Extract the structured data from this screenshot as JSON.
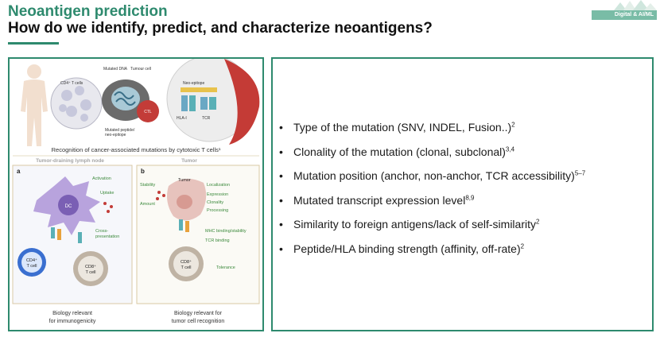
{
  "header": {
    "title": "Neoantigen prediction",
    "subtitle": "How do we identify, predict, and characterize neoantigens?",
    "badge": "Digital & AI/ML",
    "accent_color": "#2e8a6e"
  },
  "figure": {
    "top_labels": {
      "mutated_dna": "Mutated DNA",
      "tumour_cell": "Tumour cell",
      "cd4_t_cells": "CD4⁺ T cells",
      "ctl": "CTL",
      "neo_epitope": "Neo-epitope",
      "hla_i": "HLA-I",
      "tcr": "TCR",
      "mutated_peptide": "Mutated peptide/",
      "neo_epitope_small": "neo-epitope"
    },
    "top_caption": "Recognition of cancer-associated mutations by cytotoxic T cells¹",
    "section_left_title": "Tumor-draining lymph node",
    "section_right_title": "Tumor",
    "panel_a": {
      "letter": "a",
      "dc": "DC",
      "activation": "Activation",
      "uptake": "Uptake",
      "cross": "Cross-",
      "presentation": "presentation",
      "cd4_line1": "CD4⁺",
      "cd4_line2": "T cell",
      "cd8_line1": "CD8⁺",
      "cd8_line2": "T cell",
      "caption_line1": "Biology relevant",
      "caption_line2": "for immunogenicity"
    },
    "panel_b": {
      "letter": "b",
      "stability": "Stability",
      "amount": "Amount",
      "tumor": "Tumor",
      "localization": "Localization",
      "expression": "Expression",
      "clonality": "Clonality",
      "processing": "Processing",
      "mhc_binding": "MHC binding/stability",
      "tcr_binding": "TCR binding",
      "cd8_line1": "CD8⁺",
      "cd8_line2": "T cell",
      "tolerance": "Tolerance",
      "caption_line1": "Biology relevant for",
      "caption_line2": "tumor cell recognition"
    }
  },
  "bullets": [
    {
      "text": "Type of the mutation (SNV, INDEL, Fusion..)",
      "sup": "2"
    },
    {
      "text": "Clonality of the mutation (clonal, subclonal)",
      "sup": "3,4"
    },
    {
      "text": "Mutation position (anchor, non-anchor, TCR accessibility)",
      "sup": "5–7"
    },
    {
      "text": "Mutated transcript expression level",
      "sup": "8,9"
    },
    {
      "text": "Similarity to foreign antigens/lack of self-similarity",
      "sup": "2"
    },
    {
      "text": "Peptide/HLA binding strength (affinity, off-rate)",
      "sup": "2"
    }
  ]
}
